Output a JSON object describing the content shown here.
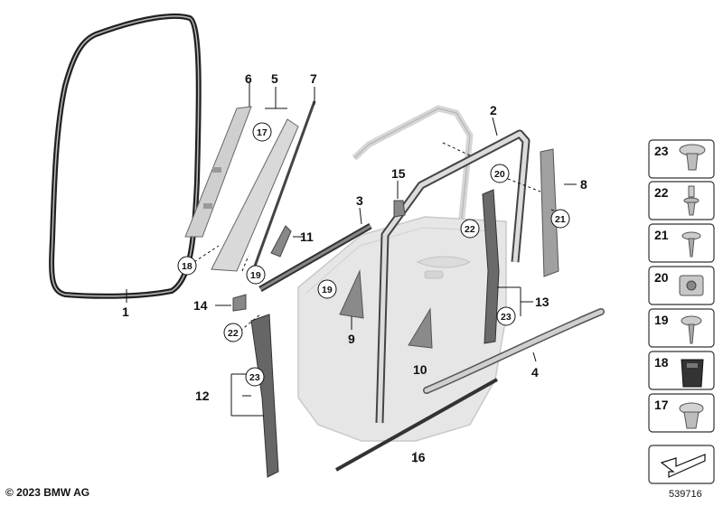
{
  "callouts": {
    "c1": "1",
    "c2": "2",
    "c3": "3",
    "c4": "4",
    "c5": "5",
    "c6": "6",
    "c7": "7",
    "c8": "8",
    "c9": "9",
    "c10": "10",
    "c11": "11",
    "c12": "12",
    "c13": "13",
    "c14": "14",
    "c15": "15",
    "c16": "16",
    "c17": "17",
    "c18": "18",
    "c19a": "19",
    "c19b": "19",
    "c20": "20",
    "c21": "21",
    "c22a": "22",
    "c22b": "22",
    "c23a": "23",
    "c23b": "23"
  },
  "legend": [
    {
      "number": "23",
      "icon": "expanding-rivet-icon"
    },
    {
      "number": "22",
      "icon": "plastic-rivet-icon"
    },
    {
      "number": "21",
      "icon": "screw-with-washer-icon"
    },
    {
      "number": "20",
      "icon": "clip-nut-icon"
    },
    {
      "number": "19",
      "icon": "flange-screw-icon"
    },
    {
      "number": "18",
      "icon": "rubber-grommet-icon"
    },
    {
      "number": "17",
      "icon": "push-clip-icon"
    }
  ],
  "footer": {
    "copyright": "© 2023 BMW AG",
    "diagram_id": "539716"
  }
}
